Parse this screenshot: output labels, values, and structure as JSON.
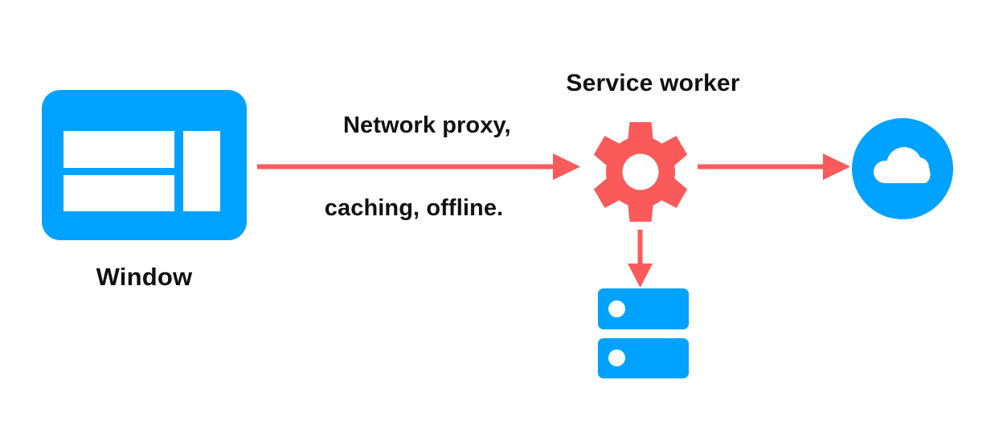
{
  "diagram": {
    "title": "Service worker network proxy diagram",
    "background": "#ffffff",
    "colors": {
      "blue": "#00a2ff",
      "red": "#fa5a5a",
      "text": "#111111",
      "white": "#ffffff"
    }
  },
  "nodes": {
    "window": {
      "label": "Window",
      "icon": "window-icon",
      "color": "#00a2ff"
    },
    "service_worker": {
      "label": "Service worker",
      "icon": "gear-icon",
      "color": "#fa5a5a"
    },
    "cloud": {
      "label": "",
      "icon": "cloud-icon",
      "color": "#00a2ff"
    },
    "storage": {
      "label": "",
      "icon": "storage-icon",
      "color": "#00a2ff"
    }
  },
  "edges": {
    "window_to_service_worker": {
      "label_line1": "Network proxy,",
      "label_line2": "caching, offline.",
      "color": "#fa5a5a",
      "direction": "right"
    },
    "service_worker_to_cloud": {
      "label": "",
      "color": "#fa5a5a",
      "direction": "right"
    },
    "service_worker_to_storage": {
      "label": "",
      "color": "#fa5a5a",
      "direction": "down"
    }
  }
}
